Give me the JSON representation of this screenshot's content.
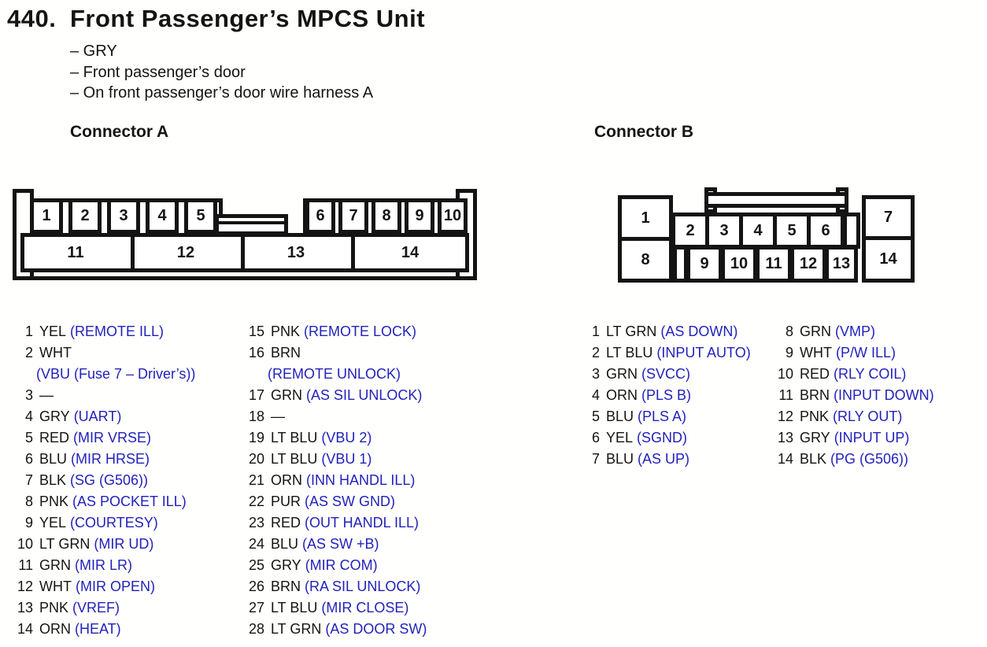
{
  "page": {
    "number": "440.",
    "title": "Front Passenger’s MPCS Unit",
    "bullets": [
      "– GRY",
      "– Front passenger’s door",
      "– On front passenger’s door wire harness A"
    ]
  },
  "colors": {
    "function_blue": "#2222bb",
    "ink_black": "#141414"
  },
  "connector_a": {
    "heading": "Connector A",
    "pins": [
      "1",
      "2",
      "3",
      "4",
      "5",
      "6",
      "7",
      "8",
      "9",
      "10",
      "11",
      "12",
      "13",
      "14"
    ],
    "list_left": [
      {
        "n": "1",
        "wire": "YEL",
        "func": "(REMOTE ILL)"
      },
      {
        "n": "2",
        "wire": "WHT",
        "func": "(VBU (Fuse 7 – Driver’s))",
        "wrap": true
      },
      {
        "n": "3",
        "wire": "—",
        "func": ""
      },
      {
        "n": "4",
        "wire": "GRY",
        "func": "(UART)"
      },
      {
        "n": "5",
        "wire": "RED",
        "func": "(MIR VRSE)"
      },
      {
        "n": "6",
        "wire": "BLU",
        "func": "(MIR HRSE)"
      },
      {
        "n": "7",
        "wire": "BLK",
        "func": "(SG (G506))"
      },
      {
        "n": "8",
        "wire": "PNK",
        "func": "(AS POCKET ILL)"
      },
      {
        "n": "9",
        "wire": "YEL",
        "func": "(COURTESY)"
      },
      {
        "n": "10",
        "wire": "LT GRN",
        "func": "(MIR UD)"
      },
      {
        "n": "11",
        "wire": "GRN",
        "func": "(MIR LR)"
      },
      {
        "n": "12",
        "wire": "WHT",
        "func": "(MIR OPEN)"
      },
      {
        "n": "13",
        "wire": "PNK",
        "func": "(VREF)"
      },
      {
        "n": "14",
        "wire": "ORN",
        "func": "(HEAT)"
      }
    ],
    "list_right": [
      {
        "n": "15",
        "wire": "PNK",
        "func": "(REMOTE LOCK)"
      },
      {
        "n": "16",
        "wire": "BRN",
        "func": "(REMOTE UNLOCK)",
        "wrap": true
      },
      {
        "n": "17",
        "wire": "GRN",
        "func": "(AS SIL UNLOCK)"
      },
      {
        "n": "18",
        "wire": "—",
        "func": ""
      },
      {
        "n": "19",
        "wire": "LT BLU",
        "func": "(VBU 2)"
      },
      {
        "n": "20",
        "wire": "LT BLU",
        "func": "(VBU 1)"
      },
      {
        "n": "21",
        "wire": "ORN",
        "func": "(INN HANDL ILL)"
      },
      {
        "n": "22",
        "wire": "PUR",
        "func": "(AS SW GND)"
      },
      {
        "n": "23",
        "wire": "RED",
        "func": "(OUT HANDL ILL)"
      },
      {
        "n": "24",
        "wire": "BLU",
        "func": "(AS SW +B)"
      },
      {
        "n": "25",
        "wire": "GRY",
        "func": "(MIR COM)"
      },
      {
        "n": "26",
        "wire": "BRN",
        "func": "(RA SIL UNLOCK)"
      },
      {
        "n": "27",
        "wire": "LT BLU",
        "func": "(MIR CLOSE)"
      },
      {
        "n": "28",
        "wire": "LT GRN",
        "func": "(AS DOOR SW)"
      }
    ]
  },
  "connector_b": {
    "heading": "Connector B",
    "pins": [
      "1",
      "2",
      "3",
      "4",
      "5",
      "6",
      "7",
      "8",
      "9",
      "10",
      "11",
      "12",
      "13",
      "14"
    ],
    "list_left": [
      {
        "n": "1",
        "wire": "LT GRN",
        "func": "(AS DOWN)"
      },
      {
        "n": "2",
        "wire": "LT BLU",
        "func": "(INPUT AUTO)"
      },
      {
        "n": "3",
        "wire": "GRN",
        "func": "(SVCC)"
      },
      {
        "n": "4",
        "wire": "ORN",
        "func": "(PLS B)"
      },
      {
        "n": "5",
        "wire": "BLU",
        "func": "(PLS A)"
      },
      {
        "n": "6",
        "wire": "YEL",
        "func": "(SGND)"
      },
      {
        "n": "7",
        "wire": "BLU",
        "func": "(AS UP)"
      }
    ],
    "list_right": [
      {
        "n": "8",
        "wire": "GRN",
        "func": "(VMP)"
      },
      {
        "n": "9",
        "wire": "WHT",
        "func": "(P/W ILL)"
      },
      {
        "n": "10",
        "wire": "RED",
        "func": "(RLY COIL)"
      },
      {
        "n": "11",
        "wire": "BRN",
        "func": "(INPUT DOWN)"
      },
      {
        "n": "12",
        "wire": "PNK",
        "func": "(RLY OUT)"
      },
      {
        "n": "13",
        "wire": "GRY",
        "func": "(INPUT UP)"
      },
      {
        "n": "14",
        "wire": "BLK",
        "func": "(PG (G506))"
      }
    ]
  }
}
